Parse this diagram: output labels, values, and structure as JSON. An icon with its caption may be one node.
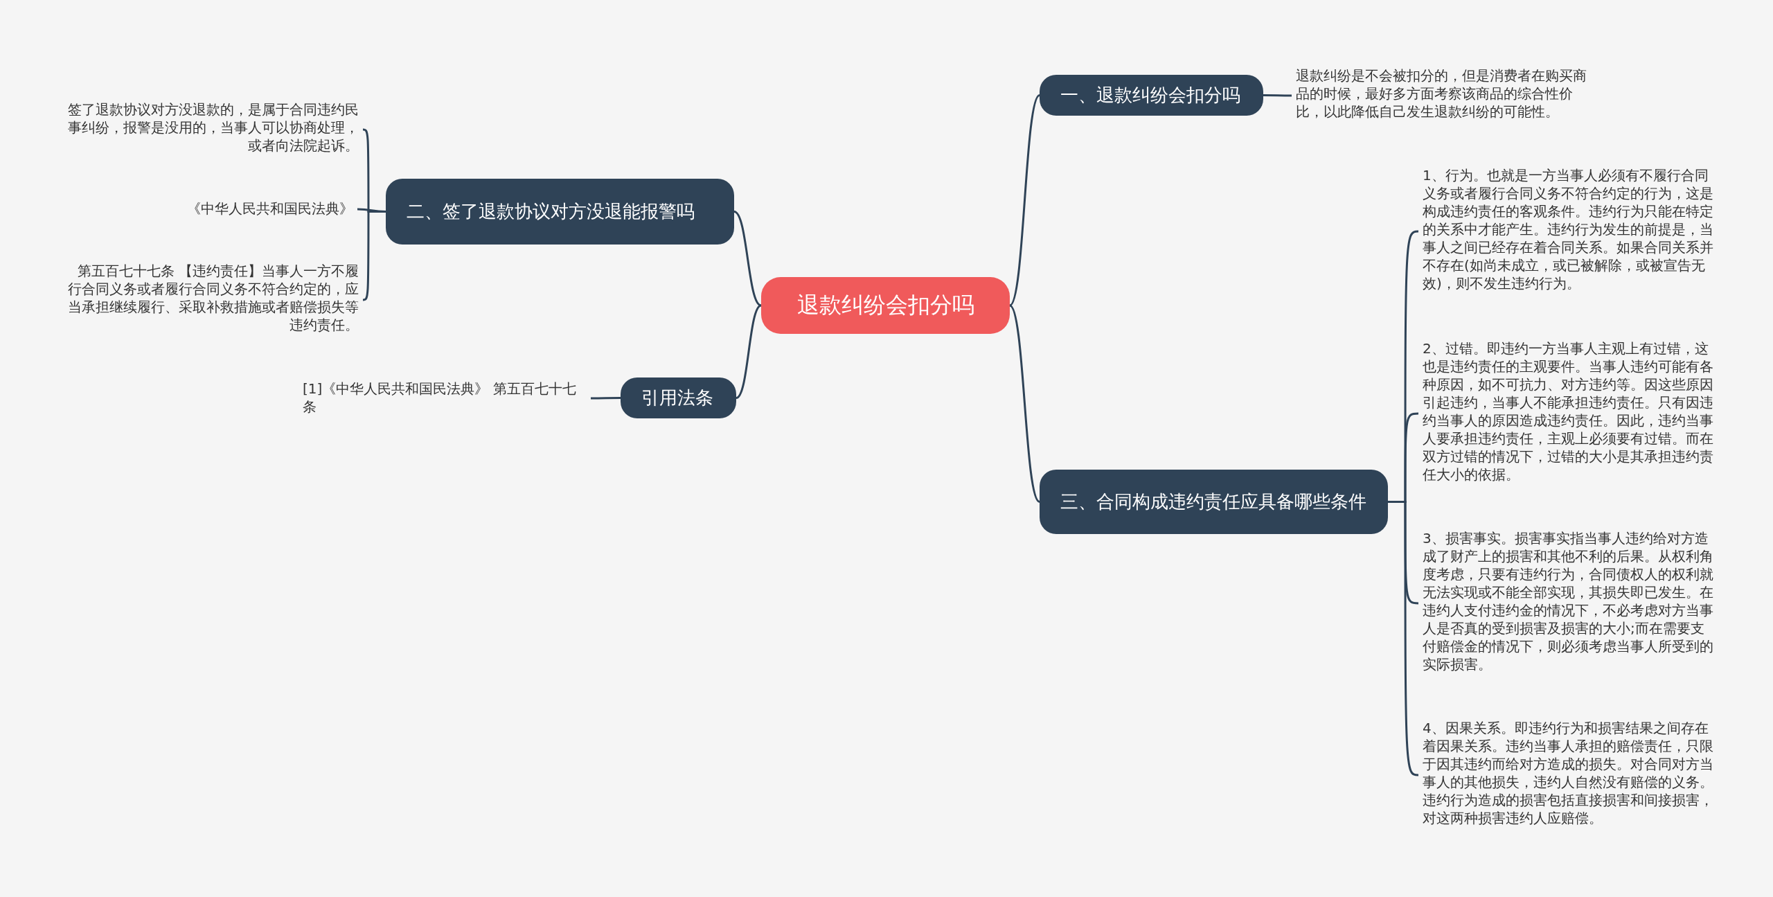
{
  "diagram": {
    "nodes": [
      {
        "text": [
          "退款纠纷会扣分吗"
        ]
      },
      {
        "text": [
          "一、退款纠纷会扣分吗"
        ]
      },
      {
        "text": [
          "退款纠纷是不会被扣分的，但是消费者在购买商品的时候，最好多方面考察该商品的综合性价比，以此降低自己发生退款纠纷的可能性。"
        ]
      },
      {
        "text": [
          "二、签了退款协议对方没退能报警吗"
        ]
      },
      {
        "text": [
          "签了退款协议对方没退款的，是属于合同违约民事纠纷，报警是没用的，当事人可以协商处理，或者向法院起诉。"
        ]
      },
      {
        "text": [
          "《中华人民共和国民法典》"
        ]
      },
      {
        "text": [
          "第五百七十七条 【违约责任】当事人一方不履行合同义务或者履行合同义务不符合约定的，应当承担继续履行、采取补救措施或者赔偿损失等违约责任。"
        ]
      },
      {
        "text": [
          "引用法条"
        ]
      },
      {
        "text": [
          "[1]《中华人民共和国民法典》 第五百七十七条"
        ]
      },
      {
        "text": [
          "三、合同构成违约责任应具备哪些条件"
        ]
      },
      {
        "text": [
          "1、行为。也就是一方当事人必须有不履行合同义务或者履行合同义务不符合约定的行为，这是构成违约责任的客观条件。违约行为只能在特定的关系中才能产生。违约行为发生的前提是，当事人之间已经存在着合同关系。如果合同关系并不存在(如尚未成立，或已被解除，或被宣告无效)，则不发生违约行为。"
        ]
      },
      {
        "text": [
          "2、过错。即违约一方当事人主观上有过错，这也是违约责任的主观要件。当事人违约可能有各种原因，如不可抗力、对方违约等。因这些原因引起违约，当事人不能承担违约责任。只有因违约当事人的原因造成违约责任。因此，违约当事人要承担违约责任，主观上必须要有过错。而在双方过错的情况下，过错的大小是其承担违约责任大小的依据。"
        ]
      },
      {
        "text": [
          "3、损害事实。损害事实指当事人违约给对方造成了财产上的损害和其他不利的后果。从权利角度考虑，只要有违约行为，合同债权人的权利就无法实现或不能全部实现，其损失即已发生。在违约人支付违约金的情况下，不必考虑对方当事人是否真的受到损害及损害的大小;而在需要支付赔偿金的情况下，则必须考虑当事人所受到的实际损害。"
        ]
      },
      {
        "text": [
          "4、因果关系。即违约行为和损害结果之间存在着因果关系。违约当事人承担的赔偿责任，只限于因其违约而给对方造成的损失。对合同对方当事人的其他损失，违约人自然没有赔偿的义务。违约行为造成的损害包括直接损害和间接损害，对这两种损害违约人应赔偿。"
        ]
      }
    ],
    "edges": [
      {
        "from": 0,
        "to": 1,
        "arrow": "none"
      },
      {
        "from": 0,
        "to": 3,
        "arrow": "none"
      },
      {
        "from": 0,
        "to": 7,
        "arrow": "none"
      },
      {
        "from": 0,
        "to": 9,
        "arrow": "none"
      },
      {
        "from": 1,
        "to": 2,
        "arrow": "none"
      },
      {
        "from": 3,
        "to": 4,
        "arrow": "none"
      },
      {
        "from": 3,
        "to": 5,
        "arrow": "none"
      },
      {
        "from": 3,
        "to": 6,
        "arrow": "none"
      },
      {
        "from": 7,
        "to": 8,
        "arrow": "none"
      },
      {
        "from": 9,
        "to": 10,
        "arrow": "none"
      },
      {
        "from": 9,
        "to": 11,
        "arrow": "none"
      },
      {
        "from": 9,
        "to": 12,
        "arrow": "none"
      },
      {
        "from": 9,
        "to": 13,
        "arrow": "none"
      }
    ]
  }
}
